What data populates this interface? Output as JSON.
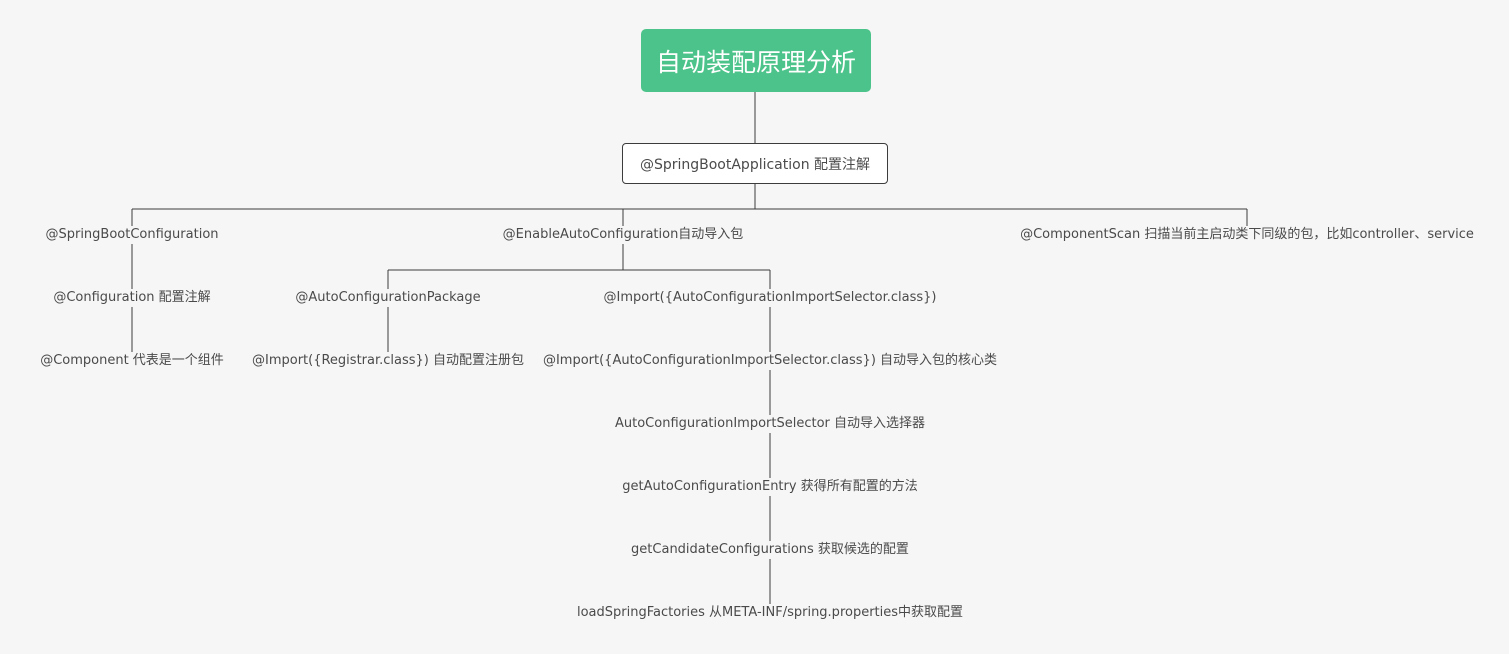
{
  "root": {
    "title": "自动装配原理分析"
  },
  "hub": {
    "label": "@SpringBootApplication 配置注解"
  },
  "left": {
    "top": "@SpringBootConfiguration",
    "mid": "@Configuration 配置注解",
    "bottom": "@Component  代表是一个组件"
  },
  "center": {
    "top": "@EnableAutoConfiguration自动导入包",
    "package": "@AutoConfigurationPackage",
    "registrar": "@Import({Registrar.class})  自动配置注册包",
    "import_top": "@Import({AutoConfigurationImportSelector.class})",
    "import_core": "@Import({AutoConfigurationImportSelector.class})  自动导入包的核心类",
    "selector": "AutoConfigurationImportSelector 自动导入选择器",
    "entry": "getAutoConfigurationEntry  获得所有配置的方法",
    "candidates": "getCandidateConfigurations 获取候选的配置",
    "factories": "loadSpringFactories 从META-INF/spring.properties中获取配置"
  },
  "right": {
    "scan": "@ComponentScan  扫描当前主启动类下同级的包，比如controller、service"
  }
}
